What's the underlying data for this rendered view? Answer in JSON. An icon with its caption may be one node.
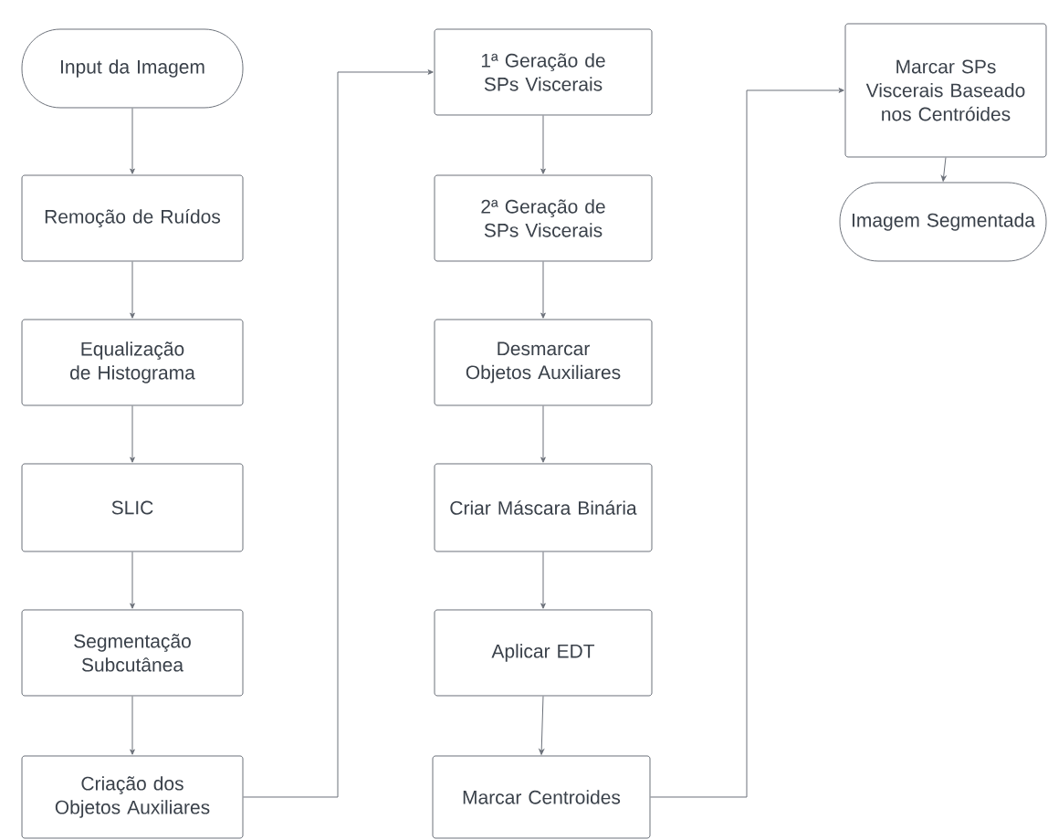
{
  "diagram": {
    "nodes": [
      {
        "text": [
          "Input da Imagem"
        ]
      },
      {
        "text": [
          "Remoção de Ruídos"
        ]
      },
      {
        "text": [
          "Equalização de Histograma"
        ]
      },
      {
        "text": [
          "SLIC"
        ]
      },
      {
        "text": [
          "Segmentação Subcutânea"
        ]
      },
      {
        "text": [
          "Criação dos Objetos Auxiliares"
        ]
      },
      {
        "text": [
          "1ª Geração de SPs Viscerais"
        ]
      },
      {
        "text": [
          "2ª Geração de SPs Viscerais"
        ]
      },
      {
        "text": [
          "Desmarcar Objetos Auxiliares"
        ]
      },
      {
        "text": [
          "Criar Máscara Binária"
        ]
      },
      {
        "text": [
          "Aplicar EDT"
        ]
      },
      {
        "text": [
          "Marcar Centroides"
        ]
      },
      {
        "text": [
          "Marcar SPs Viscerais Baseado nos Centróides"
        ]
      },
      {
        "text": [
          "Imagem Segmentada"
        ]
      }
    ],
    "edges": [
      {
        "from": 0,
        "to": 1,
        "arrow": "to"
      },
      {
        "from": 1,
        "to": 2,
        "arrow": "to"
      },
      {
        "from": 2,
        "to": 3,
        "arrow": "to"
      },
      {
        "from": 3,
        "to": 4,
        "arrow": "to"
      },
      {
        "from": 4,
        "to": 5,
        "arrow": "to"
      },
      {
        "from": 5,
        "to": 6,
        "arrow": "to"
      },
      {
        "from": 6,
        "to": 7,
        "arrow": "to"
      },
      {
        "from": 7,
        "to": 8,
        "arrow": "to"
      },
      {
        "from": 8,
        "to": 9,
        "arrow": "to"
      },
      {
        "from": 9,
        "to": 10,
        "arrow": "to"
      },
      {
        "from": 10,
        "to": 11,
        "arrow": "to"
      },
      {
        "from": 11,
        "to": 12,
        "arrow": "to"
      },
      {
        "from": 12,
        "to": 13,
        "arrow": "to"
      }
    ]
  }
}
